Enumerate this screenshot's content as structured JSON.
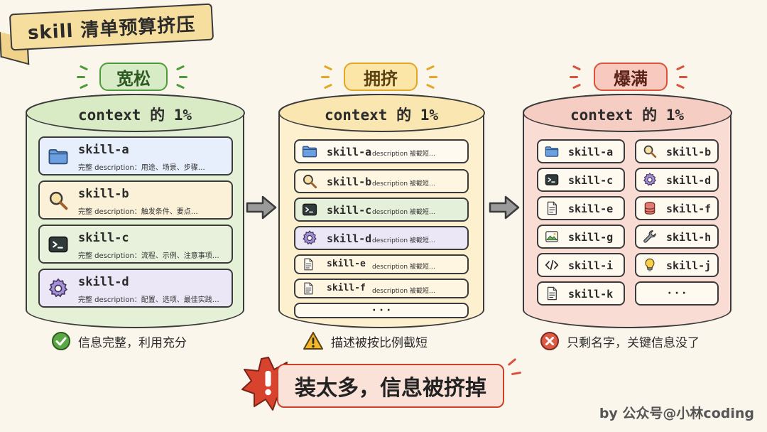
{
  "title": "skill 清单预算挤压",
  "levels": {
    "loose": {
      "label": "宽松",
      "color": "#4e9a3b"
    },
    "crowded": {
      "label": "拥挤",
      "color": "#e3a626"
    },
    "full": {
      "label": "爆满",
      "color": "#d8523c"
    }
  },
  "cylinder_label": "context 的 1%",
  "loose_cards": [
    {
      "name": "skill-a",
      "desc": "完整 description：用途、场景、步骤…",
      "icon": "folder-icon"
    },
    {
      "name": "skill-b",
      "desc": "完整 description：触发条件、要点…",
      "icon": "search-icon"
    },
    {
      "name": "skill-c",
      "desc": "完整 description：流程、示例、注意事项…",
      "icon": "terminal-icon"
    },
    {
      "name": "skill-d",
      "desc": "完整 description：配置、选项、最佳实践…",
      "icon": "gear-icon"
    }
  ],
  "crowded_cards": [
    {
      "name": "skill-a",
      "desc": "description 被截短…",
      "icon": "folder-icon"
    },
    {
      "name": "skill-b",
      "desc": "description 被截短…",
      "icon": "search-icon"
    },
    {
      "name": "skill-c",
      "desc": "description 被截短…",
      "icon": "terminal-icon"
    },
    {
      "name": "skill-d",
      "desc": "description 被截短…",
      "icon": "gear-icon"
    },
    {
      "name": "skill-e",
      "desc": "description 被截短…",
      "icon": "document-icon"
    },
    {
      "name": "skill-f",
      "desc": "description 被截短…",
      "icon": "document-icon"
    }
  ],
  "crowded_more": "· · ·",
  "full_cards": [
    {
      "name": "skill-a",
      "icon": "folder-icon"
    },
    {
      "name": "skill-b",
      "icon": "search-icon"
    },
    {
      "name": "skill-c",
      "icon": "terminal-icon"
    },
    {
      "name": "skill-d",
      "icon": "gear-icon"
    },
    {
      "name": "skill-e",
      "icon": "document-icon"
    },
    {
      "name": "skill-f",
      "icon": "database-icon"
    },
    {
      "name": "skill-g",
      "icon": "image-icon"
    },
    {
      "name": "skill-h",
      "icon": "wrench-icon"
    },
    {
      "name": "skill-i",
      "icon": "code-icon"
    },
    {
      "name": "skill-j",
      "icon": "lightbulb-icon"
    },
    {
      "name": "skill-k",
      "icon": "document-icon"
    }
  ],
  "full_more": "· · ·",
  "status": {
    "loose": "信息完整，利用充分",
    "crowded": "描述被按比例截短",
    "full": "只剩名字，关键信息没了"
  },
  "banner": "装太多，信息被挤掉",
  "credit": "by 公众号@小林coding"
}
